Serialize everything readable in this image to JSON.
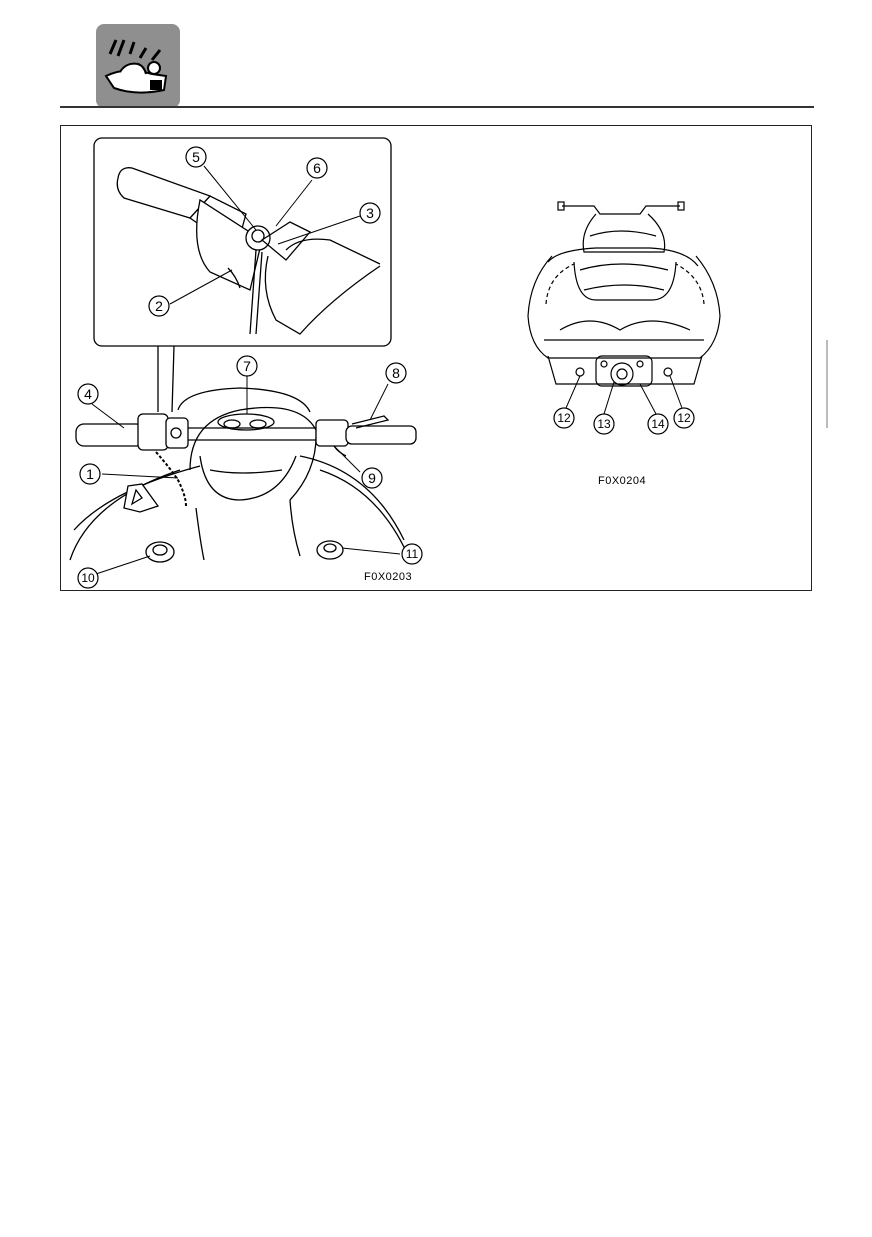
{
  "header": {
    "icon": "jet-ski-rider-icon"
  },
  "figure_left": {
    "code": "F0X0203",
    "callouts": [
      "1",
      "2",
      "3",
      "4",
      "5",
      "6",
      "7",
      "8",
      "9",
      "10",
      "11"
    ]
  },
  "figure_right": {
    "code": "F0X0204",
    "callouts": [
      "12",
      "13",
      "14",
      "12"
    ]
  }
}
